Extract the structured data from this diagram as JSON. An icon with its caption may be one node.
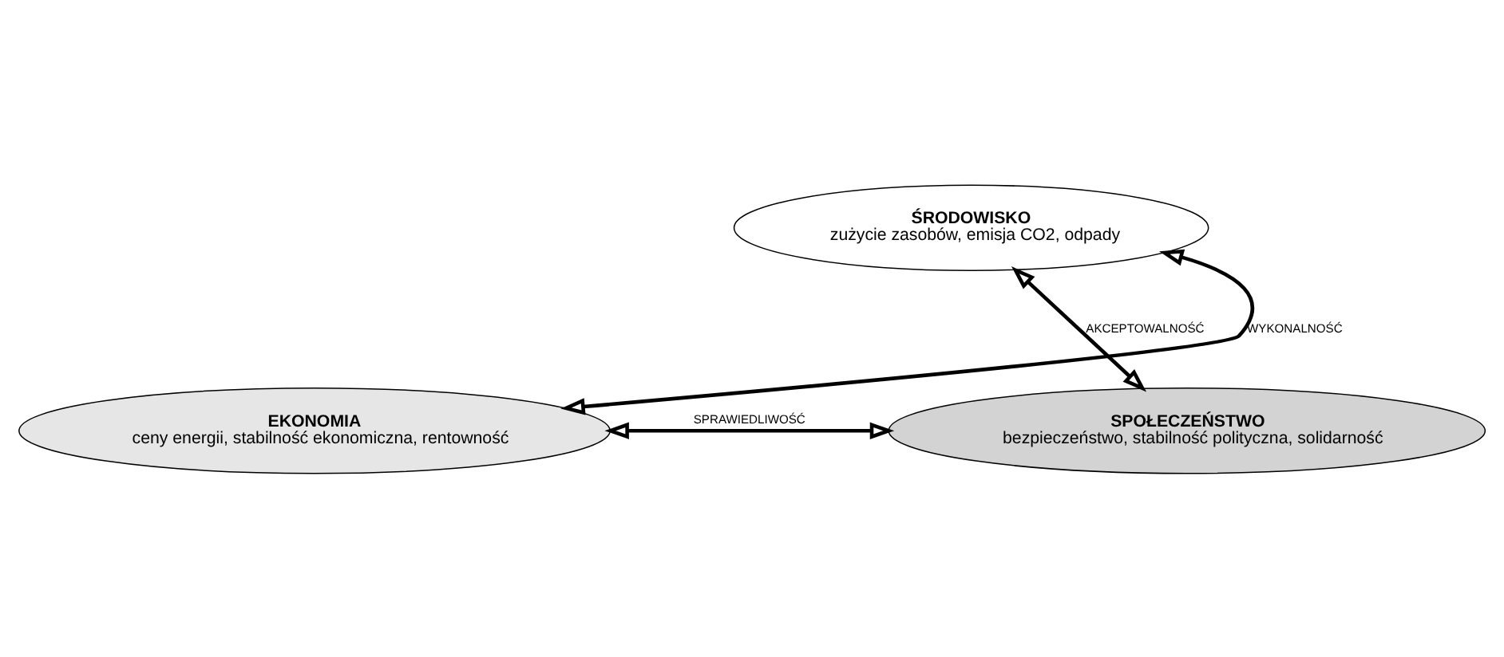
{
  "diagram": {
    "nodes": [
      {
        "text": [
          "ŚRODOWISKO",
          "zużycie zasobów, emisja CO2, odpady"
        ]
      },
      {
        "text": [
          "EKONOMIA",
          "ceny energii, stabilność ekonomiczna, rentowność"
        ]
      },
      {
        "text": [
          "SPOŁECZEŃSTWO",
          "bezpieczeństwo, stabilność polityczna, solidarność"
        ]
      }
    ],
    "edges": [
      {
        "from": 1,
        "to": 0,
        "arrow": "both",
        "label": "WYKONALNOŚĆ"
      },
      {
        "from": 0,
        "to": 2,
        "arrow": "both",
        "label": "AKCEPTOWALNOŚĆ"
      },
      {
        "from": 1,
        "to": 2,
        "arrow": "both",
        "label": "SPRAWIEDLIWOŚĆ"
      }
    ]
  }
}
